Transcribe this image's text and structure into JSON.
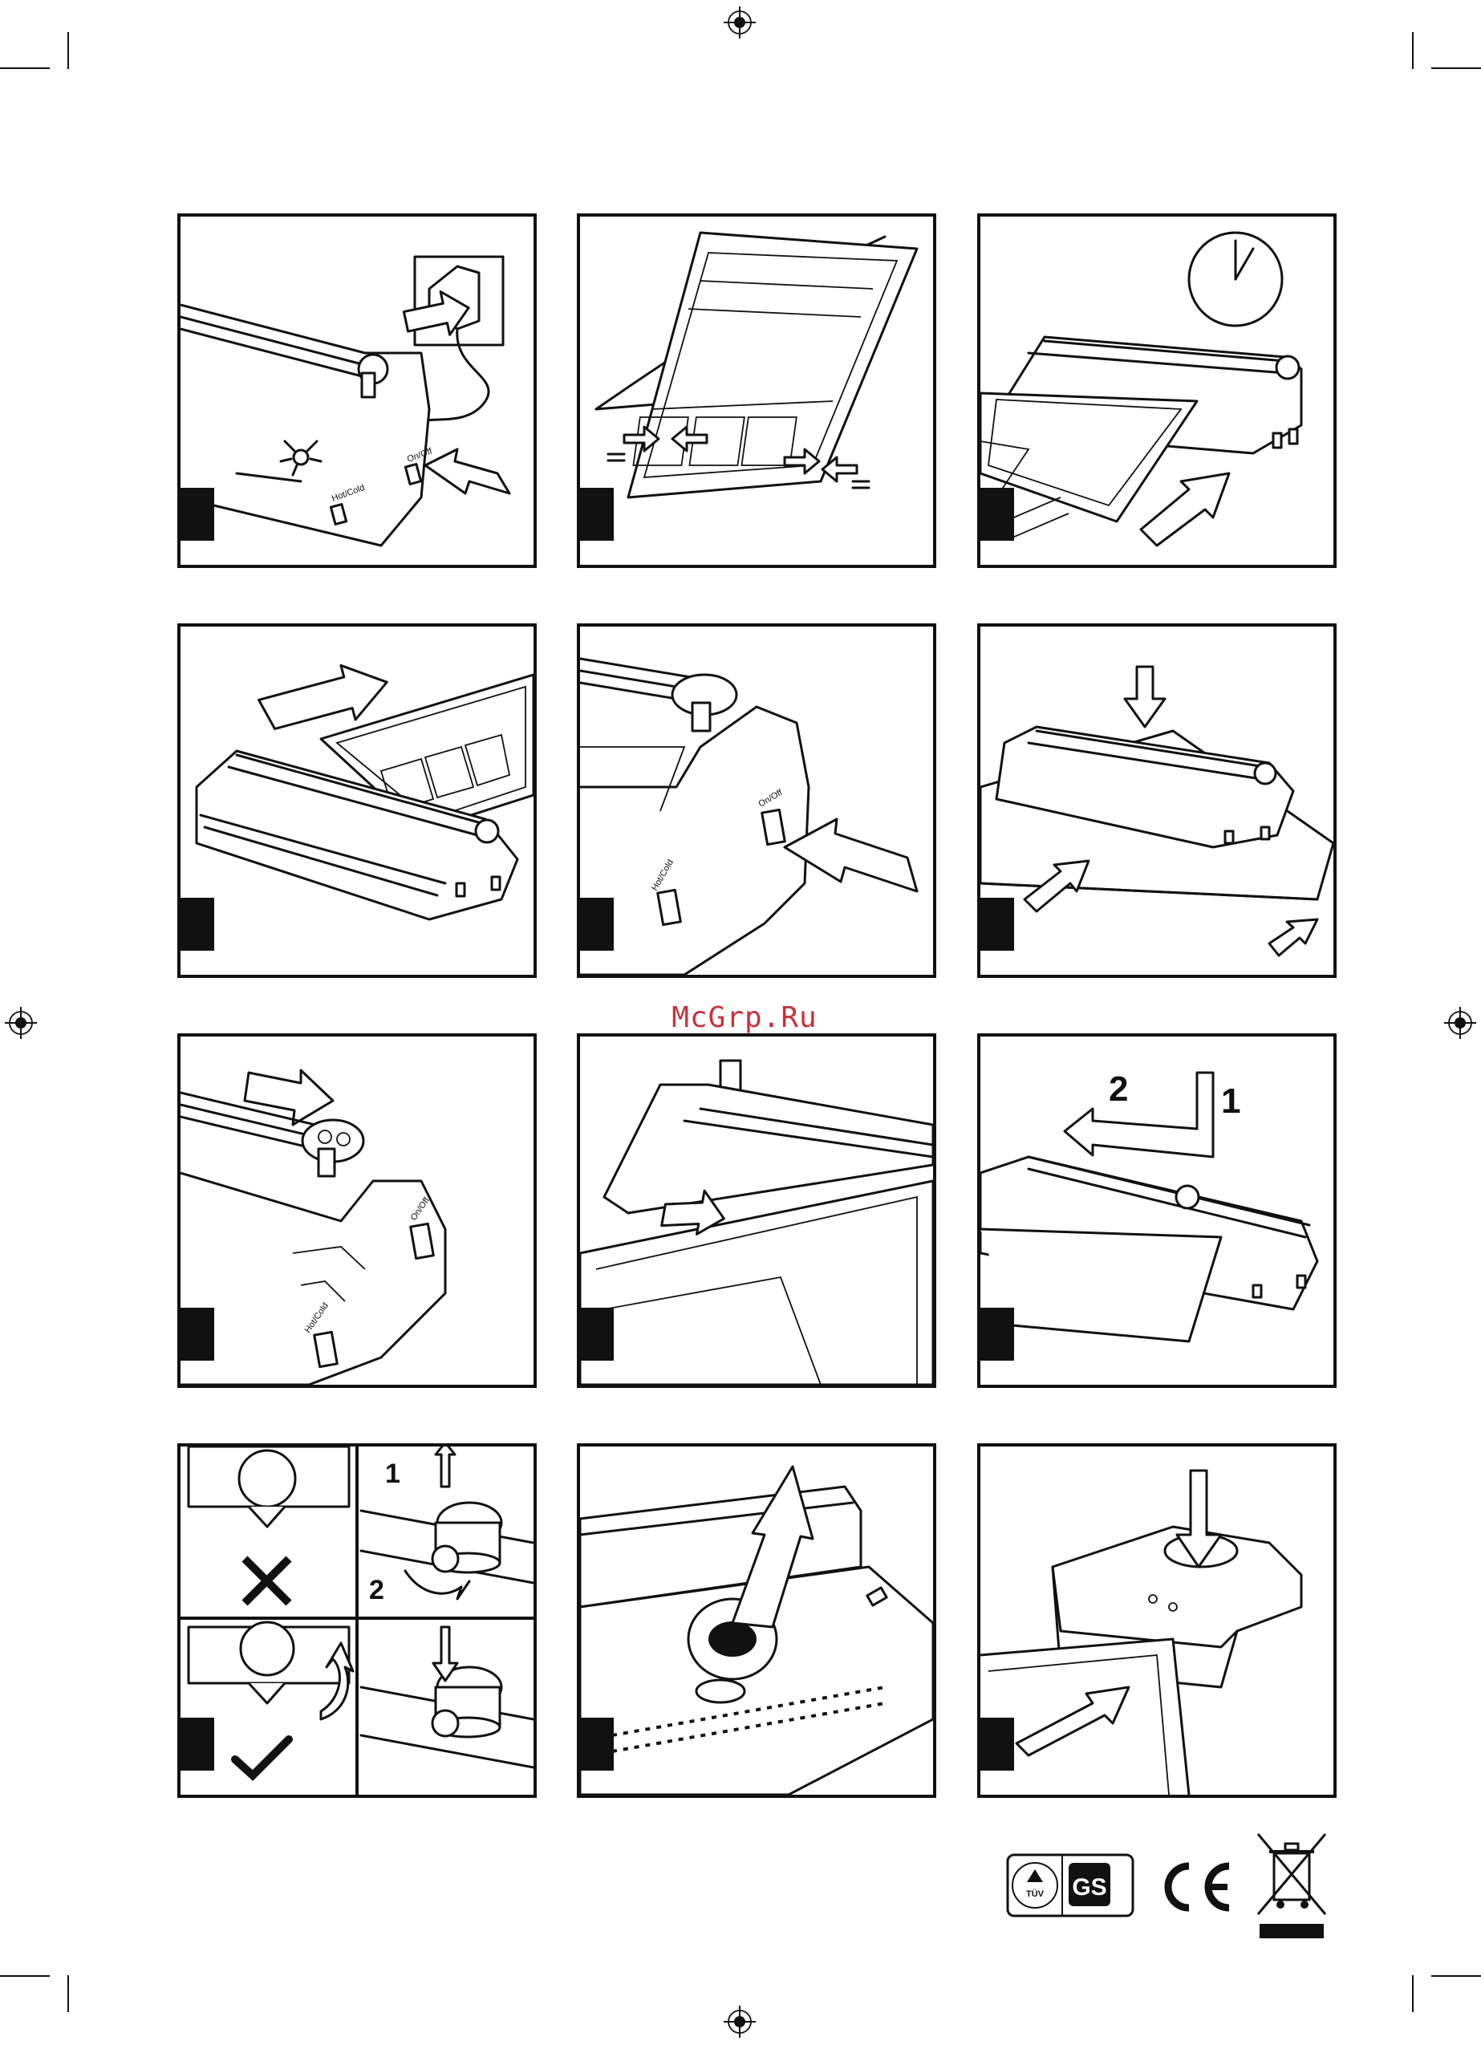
{
  "watermark": "McGrp.Ru",
  "panel_labels": {
    "on_off": "On/Off",
    "hot_cold": "Hot/Cold"
  },
  "step_numbers": {
    "one": "1",
    "two": "2"
  },
  "certifications": {
    "tuv_text": "TÜV",
    "gs_text": "GS",
    "ce_text": "CE"
  },
  "icons": [
    "registration-mark-icon",
    "clock-icon",
    "arrow-icon",
    "cross-icon",
    "check-icon",
    "weee-bin-icon"
  ]
}
